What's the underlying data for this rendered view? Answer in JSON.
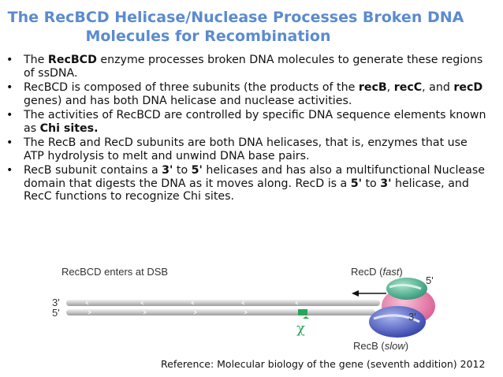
{
  "slide": {
    "title_line1": "The RecBCD Helicase/Nuclease Processes Broken DNA",
    "title_line2": "Molecules for Recombination",
    "bullet_glyph": "•",
    "bullets": [
      {
        "segments": [
          {
            "t": "The ",
            "b": false
          },
          {
            "t": "RecBCD",
            "b": true
          },
          {
            "t": " enzyme processes broken DNA molecules to generate these regions of ssDNA.",
            "b": false
          }
        ]
      },
      {
        "segments": [
          {
            "t": " RecBCD is composed of three subunits (the products of the ",
            "b": false
          },
          {
            "t": "recB",
            "b": true
          },
          {
            "t": ", ",
            "b": false
          },
          {
            "t": "recC",
            "b": true
          },
          {
            "t": ", and ",
            "b": false
          },
          {
            "t": "recD",
            "b": true
          },
          {
            "t": " genes) and has both DNA helicase and nuclease activities.",
            "b": false
          }
        ]
      },
      {
        "segments": [
          {
            "t": "The activities of RecBCD are controlled by specific DNA sequence elements known as ",
            "b": false
          },
          {
            "t": "Chi sites.",
            "b": true
          }
        ]
      },
      {
        "segments": [
          {
            "t": "The RecB and RecD subunits are both DNA helicases, that is, enzymes that use ATP hydrolysis to melt and unwind DNA base pairs.",
            "b": false
          }
        ]
      },
      {
        "segments": [
          {
            "t": "RecB subunit contains a ",
            "b": false
          },
          {
            "t": "3'",
            "b": true
          },
          {
            "t": " to ",
            "b": false
          },
          {
            "t": "5'",
            "b": true
          },
          {
            "t": " helicases and has also a multifunctional Nuclease domain that digests the DNA as it moves along. RecD is a ",
            "b": false
          },
          {
            "t": "5'",
            "b": true
          },
          {
            "t": " to ",
            "b": false
          },
          {
            "t": "3'",
            "b": true
          },
          {
            "t": " helicase, and RecC functions to recognize Chi sites.",
            "b": false
          }
        ]
      }
    ]
  },
  "figure": {
    "label_enter": "RecBCD enters at DSB",
    "label_recd": "RecD (",
    "label_recd_speed": "fast",
    "label_recb": "RecB (",
    "label_recb_speed": "slow",
    "label_close": ")",
    "end_top_left": "3'",
    "end_bottom_left": "5'",
    "end_right_top": "5'",
    "end_right_bottom": "3'",
    "chi_symbol": "χ",
    "colors": {
      "recd": "#3fae8a",
      "recb": "#4a5bc4",
      "recc": "#e87aa8",
      "chi": "#2aa55a",
      "dna": "#cfcfcf"
    }
  },
  "reference": "Reference: Molecular biology of the gene (seventh addition) 2012"
}
